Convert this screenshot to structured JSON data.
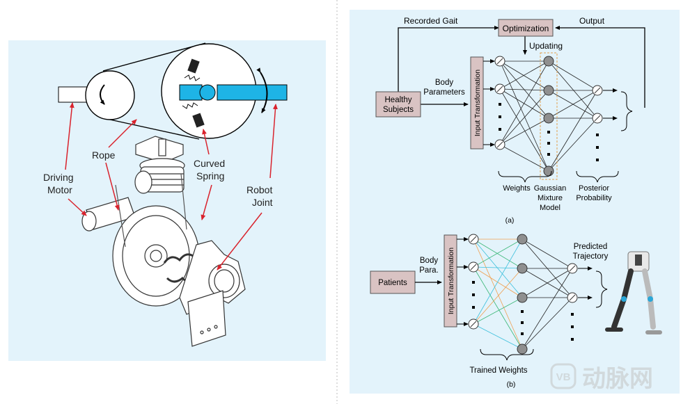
{
  "left_panel": {
    "labels": {
      "driving_motor": [
        "Driving",
        "Motor"
      ],
      "rope": "Rope",
      "curved_spring": [
        "Curved",
        "Spring"
      ],
      "robot_joint": [
        "Robot",
        "Joint"
      ]
    }
  },
  "right_panel": {
    "a": {
      "recorded_gait": "Recorded Gait",
      "optimization": "Optimization",
      "output": "Output",
      "updating": "Updating",
      "healthy_subjects": [
        "Healthy",
        "Subjects"
      ],
      "body_parameters": [
        "Body",
        "Parameters"
      ],
      "input_transformation": "Input Transformation",
      "weights": "Weights",
      "gmm": [
        "Gaussian",
        "Mixture",
        "Model"
      ],
      "posterior": [
        "Posterior",
        "Probability"
      ],
      "caption": "(a)"
    },
    "b": {
      "patients": "Patients",
      "body_para": [
        "Body",
        "Para."
      ],
      "input_transformation": "Input Transformation",
      "predicted": [
        "Predicted",
        "Trajectory"
      ],
      "trained_weights": "Trained Weights",
      "caption": "(b)"
    }
  },
  "watermark": "动脉网",
  "colors": {
    "panel_bg": "#e3f3fb",
    "joint_blue": "#1eb4e6",
    "arrow_red": "#d9232d",
    "box_fill": "#d9c3c3",
    "node_gray": "#8f8f8f",
    "gmm_dash": "#e0a050",
    "orange_edge": "#f0a050",
    "green_edge": "#3cb878",
    "cyan_edge": "#3cc0dc"
  }
}
